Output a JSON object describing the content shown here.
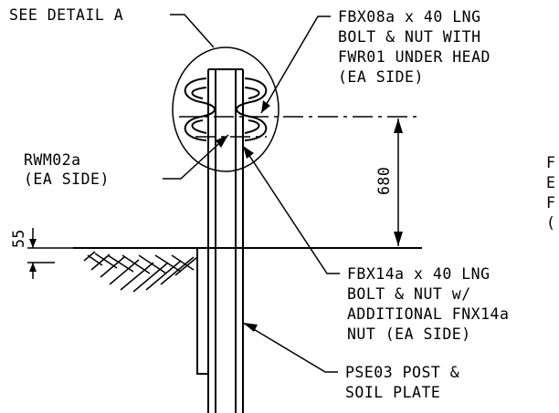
{
  "labels": {
    "detail_ref": "SEE DETAIL A",
    "upper_bolt": [
      "FBX08a x 40 LNG",
      "BOLT & NUT WITH",
      "FWR01 UNDER HEAD",
      "(EA SIDE)"
    ],
    "rail": [
      "RWM02a",
      "(EA SIDE)"
    ],
    "lower_bolt": [
      "FBX14a x 40 LNG",
      "BOLT & NUT w/",
      "ADDITIONAL FNX14a",
      "NUT (EA SIDE)"
    ],
    "post": [
      "PSE03 POST &",
      "SOIL PLATE"
    ],
    "cutoff_right": [
      "F",
      "E",
      "F",
      "("
    ]
  },
  "dimensions": {
    "height_to_bolt": "680",
    "embed_offset": "55"
  }
}
